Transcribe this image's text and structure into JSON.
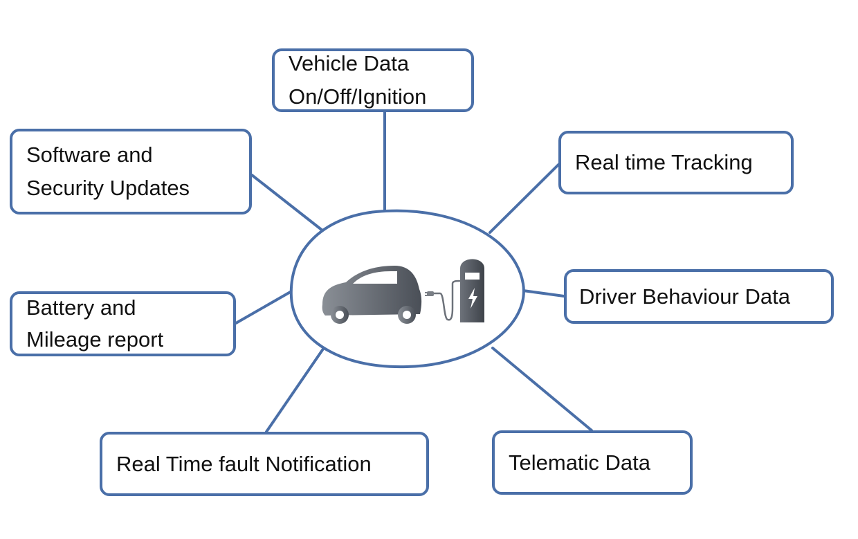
{
  "diagram": {
    "type": "hub-and-spoke",
    "line_color": "#4a6fa8",
    "center": {
      "label": "Electric vehicle at charging station",
      "icons": [
        "electric-car-icon",
        "charging-plug-icon",
        "charging-station-icon",
        "lightning-bolt-icon"
      ]
    },
    "nodes": {
      "vehicle": {
        "lines": [
          "Vehicle Data",
          "On/Off/Ignition"
        ]
      },
      "software": {
        "lines": [
          "Software and",
          "Security Updates"
        ]
      },
      "tracking": {
        "lines": [
          "Real time Tracking"
        ]
      },
      "driver": {
        "lines": [
          "Driver Behaviour Data"
        ]
      },
      "battery": {
        "lines": [
          "Battery and",
          "Mileage report"
        ]
      },
      "fault": {
        "lines": [
          "Real Time fault Notification"
        ]
      },
      "telematic": {
        "lines": [
          "Telematic Data"
        ]
      }
    },
    "edges": [
      {
        "from": "center",
        "to": "vehicle"
      },
      {
        "from": "center",
        "to": "software"
      },
      {
        "from": "center",
        "to": "tracking"
      },
      {
        "from": "center",
        "to": "driver"
      },
      {
        "from": "center",
        "to": "battery"
      },
      {
        "from": "center",
        "to": "fault"
      },
      {
        "from": "center",
        "to": "telematic"
      }
    ]
  }
}
